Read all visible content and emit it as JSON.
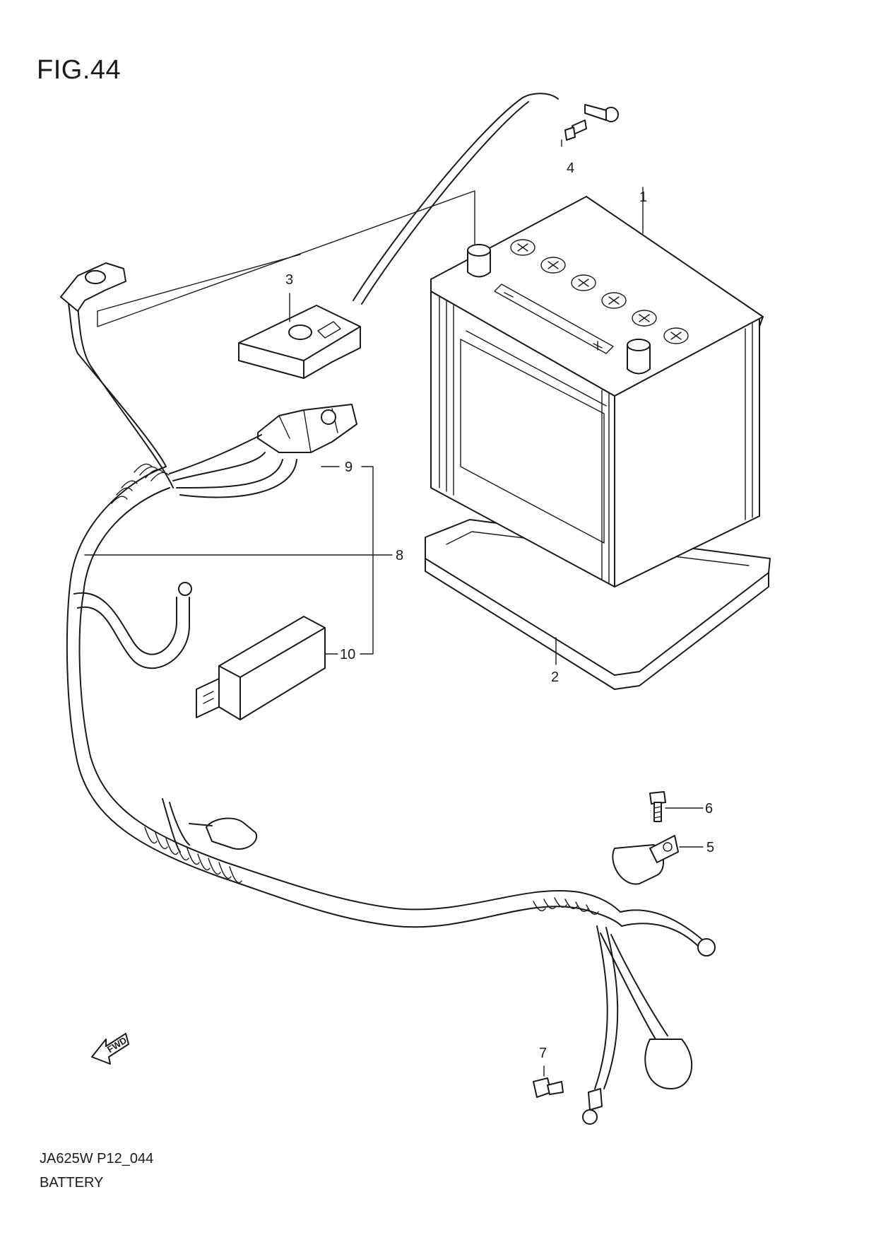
{
  "figure": {
    "title": "FIG.44"
  },
  "footer": {
    "code": "JA625W P12_044",
    "name": "BATTERY"
  },
  "callouts": [
    "1",
    "2",
    "3",
    "4",
    "5",
    "6",
    "7",
    "8",
    "9",
    "10"
  ],
  "fwd_arrow": {
    "label": "FWD"
  }
}
